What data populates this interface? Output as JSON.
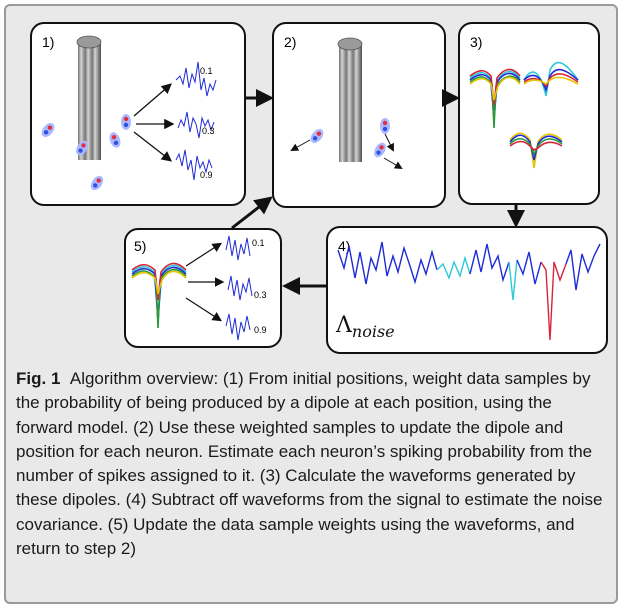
{
  "panels": [
    {
      "label": "1)"
    },
    {
      "label": "2)"
    },
    {
      "label": "3)"
    },
    {
      "label": "4)"
    },
    {
      "label": "5)"
    }
  ],
  "waveform_weights_panel1": [
    "0.1",
    "0.3",
    "0.9"
  ],
  "waveform_weights_panel5": [
    "0.1",
    "0.3",
    "0.9"
  ],
  "noise_label": "Λnoise",
  "noise_symbol": "Λ",
  "noise_subscript": "noise",
  "caption": {
    "fig_label": "Fig. 1",
    "text": "Algorithm overview: (1) From initial positions, weight data samples by the probability of being produced by a dipole at each position, using the forward model. (2) Use these weighted samples to update the dipole and position for each neuron. Estimate each neuron’s spiking probability from the number of spikes assigned to it. (3) Calculate the waveforms generated by these dipoles. (4) Subtract off waveforms from the signal to estimate the noise covariance. (5) Update the data sample weights using the waveforms, and return to step 2)"
  },
  "colors": {
    "waveform_blue": "#1f2bd6",
    "noise_cyan": "#2ec9d6",
    "noise_red": "#d8243a",
    "electrode_gray": "#8c8c8c"
  }
}
